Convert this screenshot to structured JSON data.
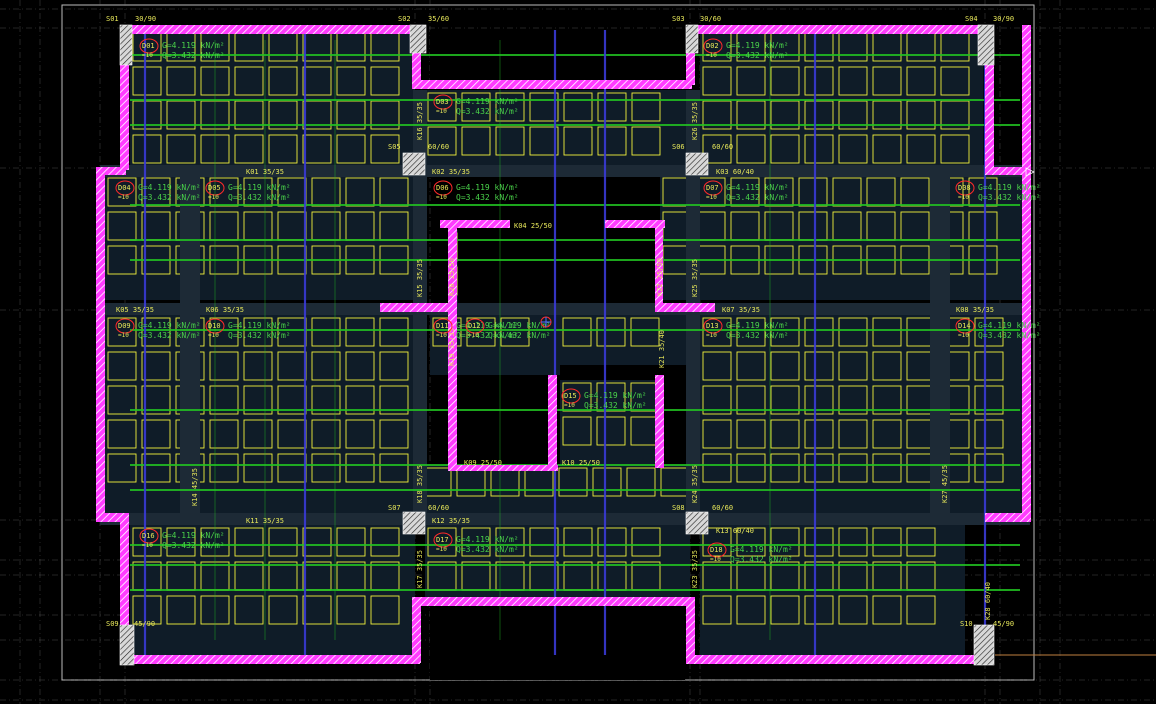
{
  "colors": {
    "background": "#000000",
    "slab_fill": "#0f1c28",
    "mesh": "#f2f23c",
    "wall": "#ff3cff",
    "column": "#e8e8e8",
    "beam_band": "#1d2a36",
    "rebar_main": "#22c322",
    "rebar_dist": "#3a3ad6",
    "label": "#e8e85a",
    "load_text": "#4ad34a",
    "slab_marker": "#ff2a2a",
    "grid": "#7a7a7a",
    "axis": "#2fbfc0"
  },
  "columns": [
    {
      "id": "col-s01",
      "label": "S01",
      "dim": "30/90"
    },
    {
      "id": "col-s02",
      "label": "S02",
      "dim": "35/60"
    },
    {
      "id": "col-s03",
      "label": "S03",
      "dim": "30/60"
    },
    {
      "id": "col-s04",
      "label": "S04",
      "dim": "30/90"
    },
    {
      "id": "col-s05",
      "label": "S05",
      "dim": "60/60"
    },
    {
      "id": "col-s06",
      "label": "S06",
      "dim": "60/60"
    },
    {
      "id": "col-s07",
      "label": "S07",
      "dim": "60/60"
    },
    {
      "id": "col-s08",
      "label": "S08",
      "dim": "60/60"
    },
    {
      "id": "col-s09",
      "label": "S09",
      "dim": "45/90"
    },
    {
      "id": "col-s10",
      "label": "S10",
      "dim": "45/90"
    }
  ],
  "beams": [
    "K01 35/35",
    "K02 35/35",
    "K03 60/40",
    "K04 25/50",
    "K05 35/35",
    "K06 35/35",
    "K07 35/35",
    "K08 35/35",
    "K09 25/50",
    "K10 25/50",
    "K11 35/35",
    "K12 35/35",
    "K13 60/40",
    "K14 45/35",
    "K15 35/35",
    "K16 35/35",
    "K17 35/35",
    "K18 35/35",
    "K19 35/35",
    "K20 25/50",
    "K21 35/40",
    "K22 25/50",
    "K23 35/35",
    "K24 35/35",
    "K25 35/35",
    "K26 35/35",
    "K27 45/35",
    "K28 60/40"
  ],
  "slabs": [
    {
      "id": "D01",
      "load_g": "G=4.119 kN/m²",
      "load_q": "Q=3.432 kN/m²",
      "thickness": "=10"
    },
    {
      "id": "D02",
      "load_g": "G=4.119 kN/m²",
      "load_q": "Q=3.432 kN/m²",
      "thickness": "=10"
    },
    {
      "id": "D03",
      "load_g": "G=4.119 kN/m²",
      "load_q": "Q=3.432 kN/m²",
      "thickness": "=10"
    },
    {
      "id": "D04",
      "load_g": "G=4.119 kN/m²",
      "load_q": "Q=3.432 kN/m²",
      "thickness": "=10"
    },
    {
      "id": "D05",
      "load_g": "G=4.119 kN/m²",
      "load_q": "Q=3.432 kN/m²",
      "thickness": "=10"
    },
    {
      "id": "D06",
      "load_g": "G=4.119 kN/m²",
      "load_q": "Q=3.432 kN/m²",
      "thickness": "=10"
    },
    {
      "id": "D07",
      "load_g": "G=4.119 kN/m²",
      "load_q": "Q=3.432 kN/m²",
      "thickness": "=10"
    },
    {
      "id": "D08",
      "load_g": "G=4.119 kN/m²",
      "load_q": "Q=3.432 kN/m²",
      "thickness": "=10"
    },
    {
      "id": "D09",
      "load_g": "G=4.119 kN/m²",
      "load_q": "Q=3.432 kN/m²",
      "thickness": "=10"
    },
    {
      "id": "D10",
      "load_g": "G=4.119 kN/m²",
      "load_q": "Q=3.432 kN/m²",
      "thickness": "=10"
    },
    {
      "id": "D11",
      "load_g": "G=4.119 kN/m²",
      "load_q": "Q=3.432 kN/m²",
      "thickness": "=10"
    },
    {
      "id": "D12",
      "load_g": "G=4.119 kN/m²",
      "load_q": "Q=3.432 kN/m²",
      "thickness": "=10"
    },
    {
      "id": "D13",
      "load_g": "G=4.119 kN/m²",
      "load_q": "Q=3.432 kN/m²",
      "thickness": "=10"
    },
    {
      "id": "D14",
      "load_g": "G=4.119 kN/m²",
      "load_q": "Q=3.432 kN/m²",
      "thickness": "=10"
    },
    {
      "id": "D15",
      "load_g": "G=4.119 kN/m²",
      "load_q": "Q=3.432 kN/m²",
      "thickness": "=10"
    },
    {
      "id": "D16",
      "load_g": "G=4.119 kN/m²",
      "load_q": "Q=3.432 kN/m²",
      "thickness": "=10"
    },
    {
      "id": "D17",
      "load_g": "G=4.119 kN/m²",
      "load_q": "Q=3.432 kN/m²",
      "thickness": "=10"
    },
    {
      "id": "D18",
      "load_g": "G=4.119 kN/m²",
      "load_q": "Q=3.432 kN/m²",
      "thickness": "=10"
    }
  ]
}
